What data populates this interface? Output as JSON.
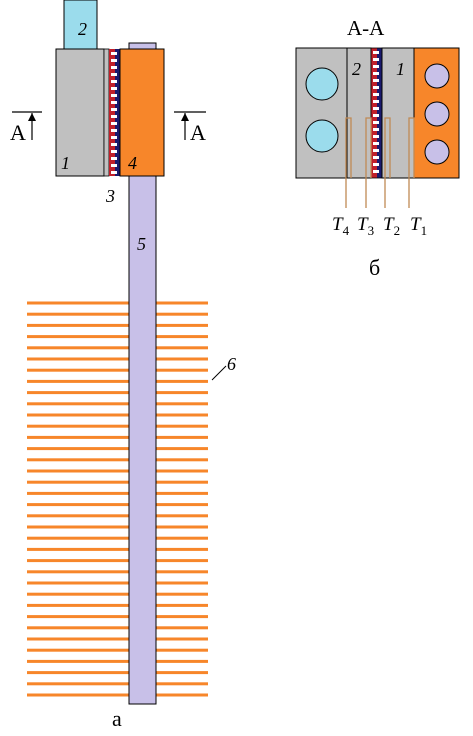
{
  "colors": {
    "gray_block": "#c0c0c0",
    "orange_block": "#f7862a",
    "blue_pipe": "#9bdcec",
    "lavender_rod": "#c8c0e8",
    "fin": "#f7862a",
    "thermo_red": "#c0202a",
    "thermo_navy": "#1a1a6e",
    "thermocouple": "#c08a55",
    "outline": "#000000"
  },
  "view_a": {
    "caption": "а",
    "section_marker_left": "A",
    "section_marker_right": "A",
    "labels": {
      "pipe": "2",
      "gray_block": "1",
      "thermoelement": "3",
      "orange_block": "4",
      "rod": "5",
      "fins": "6"
    },
    "fin_count": 36
  },
  "view_b": {
    "title": "A-A",
    "caption": "б",
    "labels": {
      "left_block": "2",
      "right_block": "1"
    },
    "thermocouples": [
      {
        "letter": "T",
        "index": "4"
      },
      {
        "letter": "T",
        "index": "3"
      },
      {
        "letter": "T",
        "index": "2"
      },
      {
        "letter": "T",
        "index": "1"
      }
    ]
  }
}
